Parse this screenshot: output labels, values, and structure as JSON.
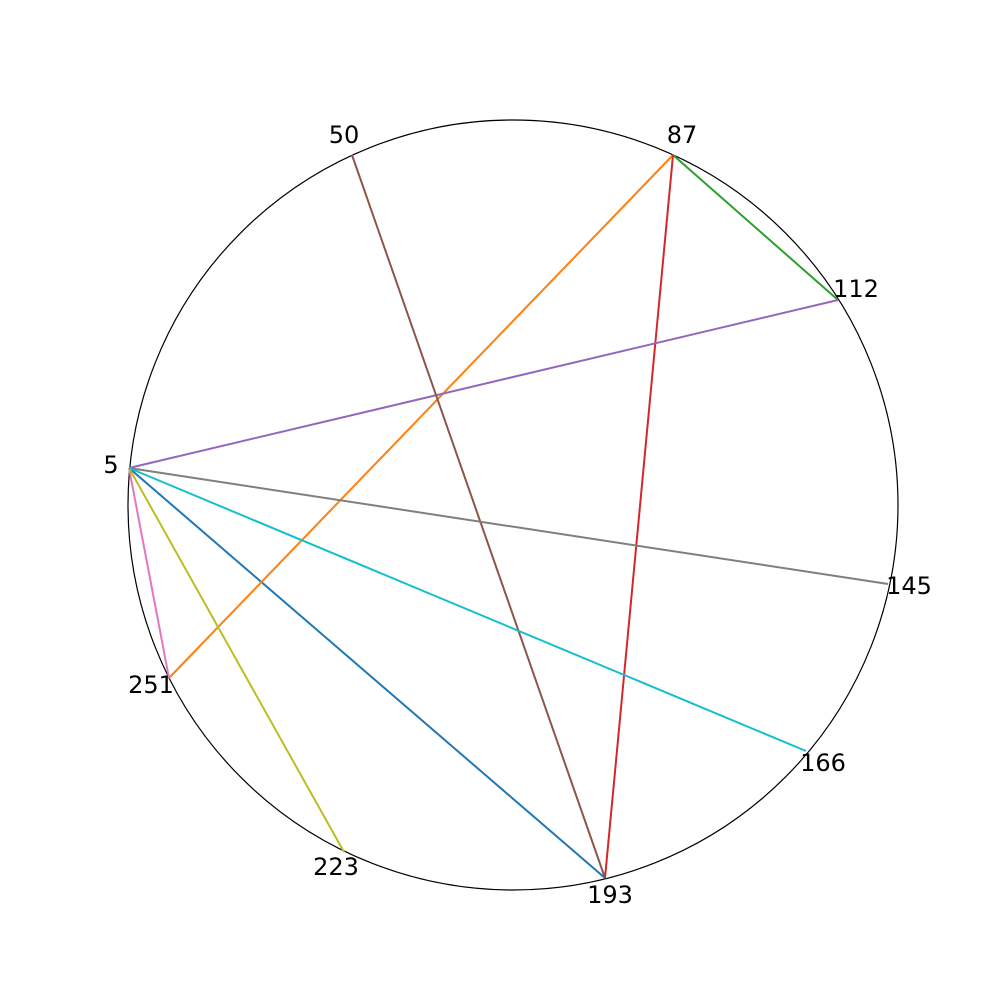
{
  "diagram": {
    "type": "chord",
    "circle_color": "#000000",
    "nodes": [
      {
        "id": "5",
        "label": "5"
      },
      {
        "id": "50",
        "label": "50"
      },
      {
        "id": "87",
        "label": "87"
      },
      {
        "id": "112",
        "label": "112"
      },
      {
        "id": "145",
        "label": "145"
      },
      {
        "id": "166",
        "label": "166"
      },
      {
        "id": "193",
        "label": "193"
      },
      {
        "id": "223",
        "label": "223"
      },
      {
        "id": "251",
        "label": "251"
      }
    ],
    "edges": [
      {
        "from": "5",
        "to": "193",
        "color": "#1f77b4"
      },
      {
        "from": "87",
        "to": "251",
        "color": "#ff7f0e"
      },
      {
        "from": "87",
        "to": "112",
        "color": "#2ca02c"
      },
      {
        "from": "87",
        "to": "193",
        "color": "#d62728"
      },
      {
        "from": "5",
        "to": "112",
        "color": "#9467bd"
      },
      {
        "from": "50",
        "to": "193",
        "color": "#8c564b"
      },
      {
        "from": "5",
        "to": "251",
        "color": "#e377c2"
      },
      {
        "from": "5",
        "to": "145",
        "color": "#7f7f7f"
      },
      {
        "from": "5",
        "to": "223",
        "color": "#bcbd22"
      },
      {
        "from": "5",
        "to": "166",
        "color": "#17becf"
      }
    ]
  }
}
